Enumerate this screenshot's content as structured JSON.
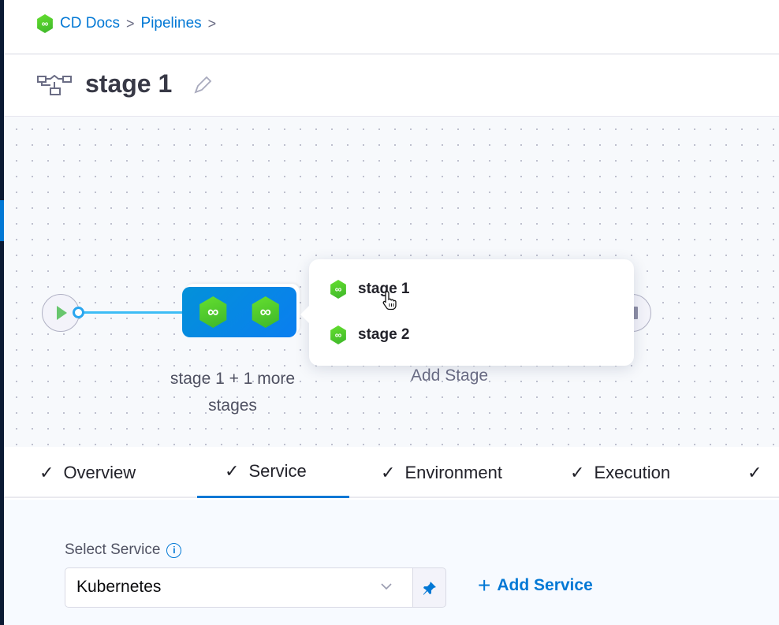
{
  "breadcrumb": {
    "items": [
      "CD Docs",
      "Pipelines"
    ],
    "separator": ">"
  },
  "header": {
    "title": "stage 1"
  },
  "canvas": {
    "group_label": "stage 1 + 1 more stages",
    "add_stage": "Add Stage",
    "popover_items": [
      "stage 1",
      "stage 2"
    ]
  },
  "tabs": [
    {
      "label": "Overview"
    },
    {
      "label": "Service",
      "active": true
    },
    {
      "label": "Environment"
    },
    {
      "label": "Execution"
    },
    {
      "label": ""
    }
  ],
  "form": {
    "select_label": "Select Service",
    "select_value": "Kubernetes",
    "add_service": "Add Service"
  },
  "icons": {
    "check": "✓",
    "plus": "+",
    "chevron": "⌄",
    "pin": "📌",
    "stage": "∞"
  },
  "colors": {
    "accent": "#0278d5",
    "stage_green": "#4cc92e",
    "node_blue": "#0a7ef0"
  }
}
